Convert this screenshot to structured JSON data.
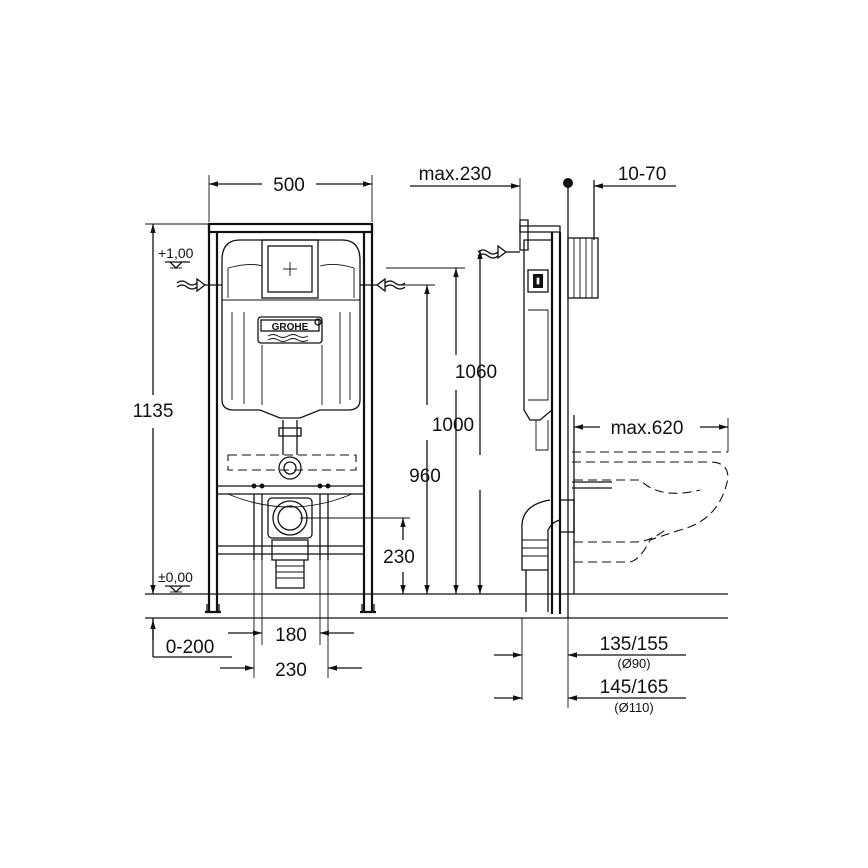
{
  "brand": "GROHE",
  "front_view": {
    "width_label": "500",
    "top_level_label": "+1,00",
    "floor_level_label": "±0,00",
    "height_label": "1135",
    "h1060_label": "1060",
    "h1000_label": "1000",
    "h960_label": "960",
    "h230_label": "230",
    "bolt_spacing_label": "180",
    "outlet_spacing_label": "230",
    "floor_offset_label": "0-200"
  },
  "side_view": {
    "max230_label": "max.230",
    "wall_range_label": "10-70",
    "max620_label": "max.620",
    "depth1_label": "135/155",
    "depth1_diameter": "(Ø90)",
    "depth2_label": "145/165",
    "depth2_diameter": "(Ø110)"
  }
}
